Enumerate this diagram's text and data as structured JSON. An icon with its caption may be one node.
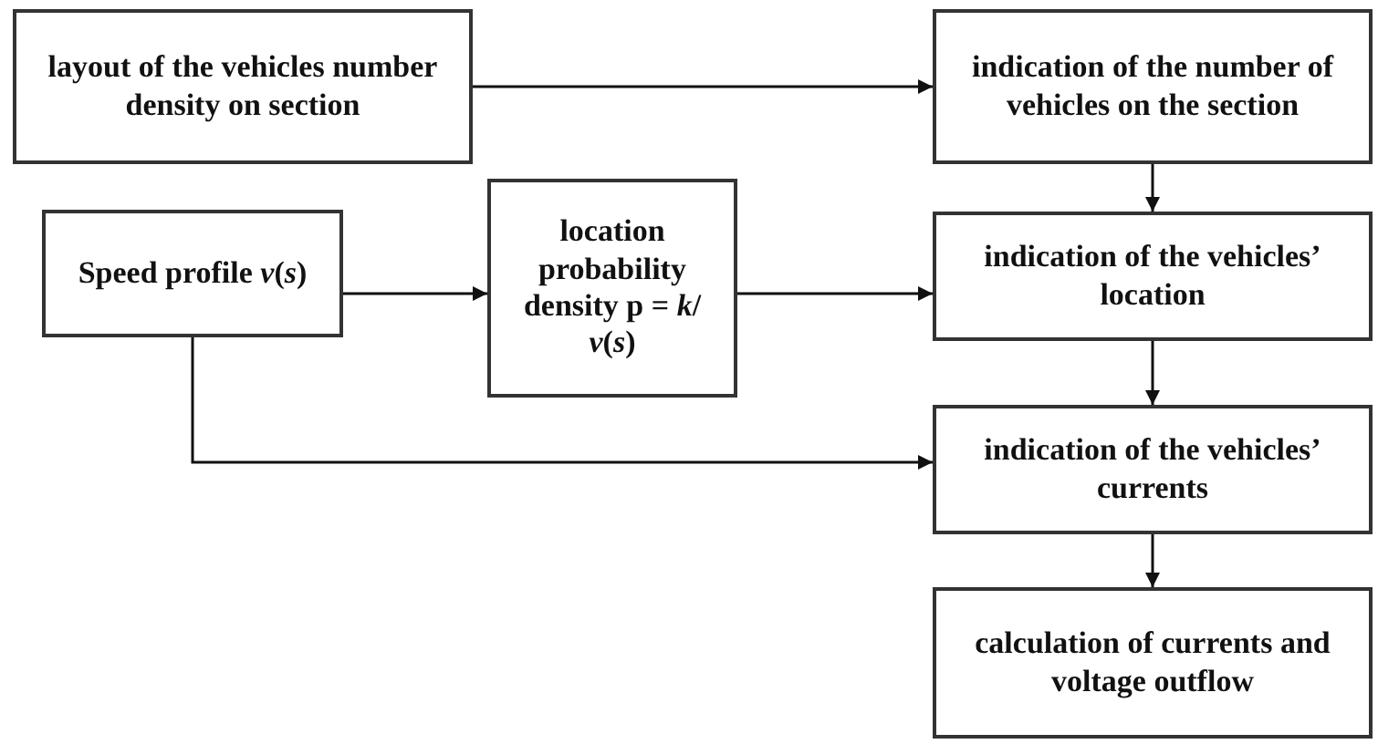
{
  "diagram": {
    "nodes": [
      {
        "text": [
          "layout of the vehicles number density on section"
        ]
      },
      {
        "text": [
          "Speed profile *v*(*s*)"
        ]
      },
      {
        "text": [
          "location probability density p = *k*/ *v*(*s*)"
        ]
      },
      {
        "text": [
          "indication of the number of vehicles on the section"
        ]
      },
      {
        "text": [
          "indication of the vehicles’ location"
        ]
      },
      {
        "text": [
          "indication of the vehicles’ currents"
        ]
      },
      {
        "text": [
          "calculation of currents and voltage outflow"
        ]
      }
    ],
    "edges": [
      {
        "from": 0,
        "to": 3,
        "arrow": "to"
      },
      {
        "from": 1,
        "to": 2,
        "arrow": "to"
      },
      {
        "from": 2,
        "to": 4,
        "arrow": "to"
      },
      {
        "from": 3,
        "to": 4,
        "arrow": "to"
      },
      {
        "from": 4,
        "to": 5,
        "arrow": "to"
      },
      {
        "from": 5,
        "to": 6,
        "arrow": "to"
      },
      {
        "from": 1,
        "to": 5,
        "arrow": "to"
      }
    ]
  }
}
